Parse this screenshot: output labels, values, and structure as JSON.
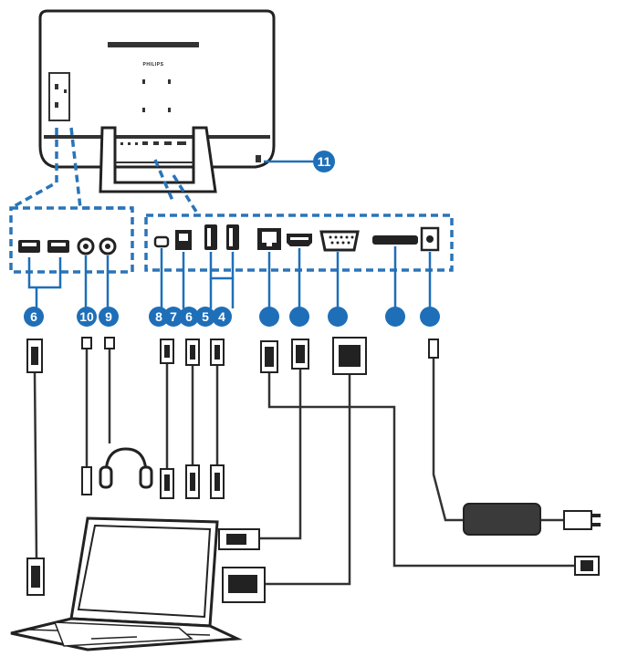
{
  "brand": "PHILIPS",
  "colors": {
    "accent": "#1e6fb8",
    "dashed_outline": "#2a74b8",
    "line": "#333333",
    "monitor_fill": "#ffffff"
  },
  "badges": {
    "b11": "11",
    "b6": "6",
    "b10": "10",
    "b9": "9",
    "b8": "8",
    "b7": "7",
    "b6b": "6",
    "b5": "5",
    "b4": "4",
    "b3": "",
    "b2": "",
    "b1": "",
    "b12": "",
    "b13": ""
  },
  "icons": [
    "monitor-rear-view-icon",
    "usb-port-icon",
    "audio-jack-icon",
    "rj45-port-icon",
    "hdmi-port-icon",
    "vga-port-icon",
    "sd-card-slot-icon",
    "dc-power-port-icon",
    "headphones-icon",
    "laptop-icon",
    "power-adapter-icon",
    "kensington-lock-icon"
  ]
}
